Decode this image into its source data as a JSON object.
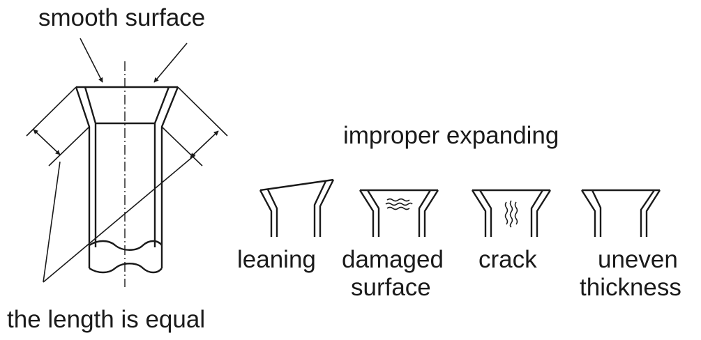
{
  "labels": {
    "smooth_surface": "smooth surface",
    "length_equal": "the length is equal",
    "improper_expanding": "improper expanding",
    "leaning": "leaning",
    "damaged_line1": "damaged",
    "damaged_line2": "surface",
    "crack": "crack",
    "uneven_line1": "uneven",
    "uneven_line2": "thickness"
  }
}
